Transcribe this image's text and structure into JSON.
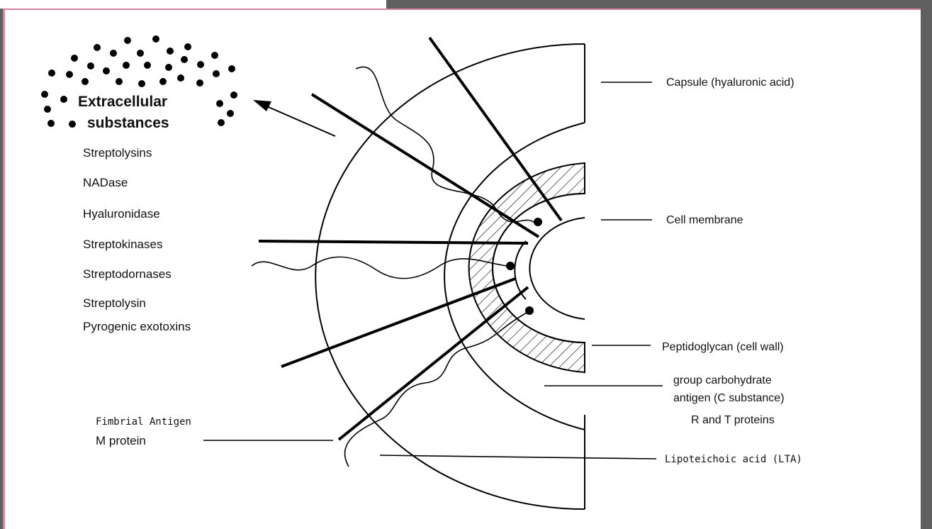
{
  "diagram": {
    "extracellular": {
      "title_line1": "Extracellular",
      "title_line2": "substances",
      "items": [
        "Streptolysins",
        "NADase",
        "Hyaluronidase",
        "Streptokinases",
        "Streptodornases",
        "Streptolysin",
        "Pyrogenic exotoxins"
      ]
    },
    "labels": {
      "capsule": "Capsule  (hyaluronic acid)",
      "cell_membrane": "Cell membrane",
      "peptidoglycan": "Peptidoglycan (cell wall)",
      "group_carb_1": "group carbohydrate",
      "group_carb_2": "antigen (C substance)",
      "rt_proteins": "R and T proteins",
      "lta": "Lipoteichoic acid (LTA)",
      "fimbrial_1": "Fimbrial Antigen",
      "fimbrial_2": "M protein"
    },
    "colors": {
      "stroke": "#000000",
      "frame_border": "#d97f9f",
      "background": "#5f5f5f"
    }
  }
}
